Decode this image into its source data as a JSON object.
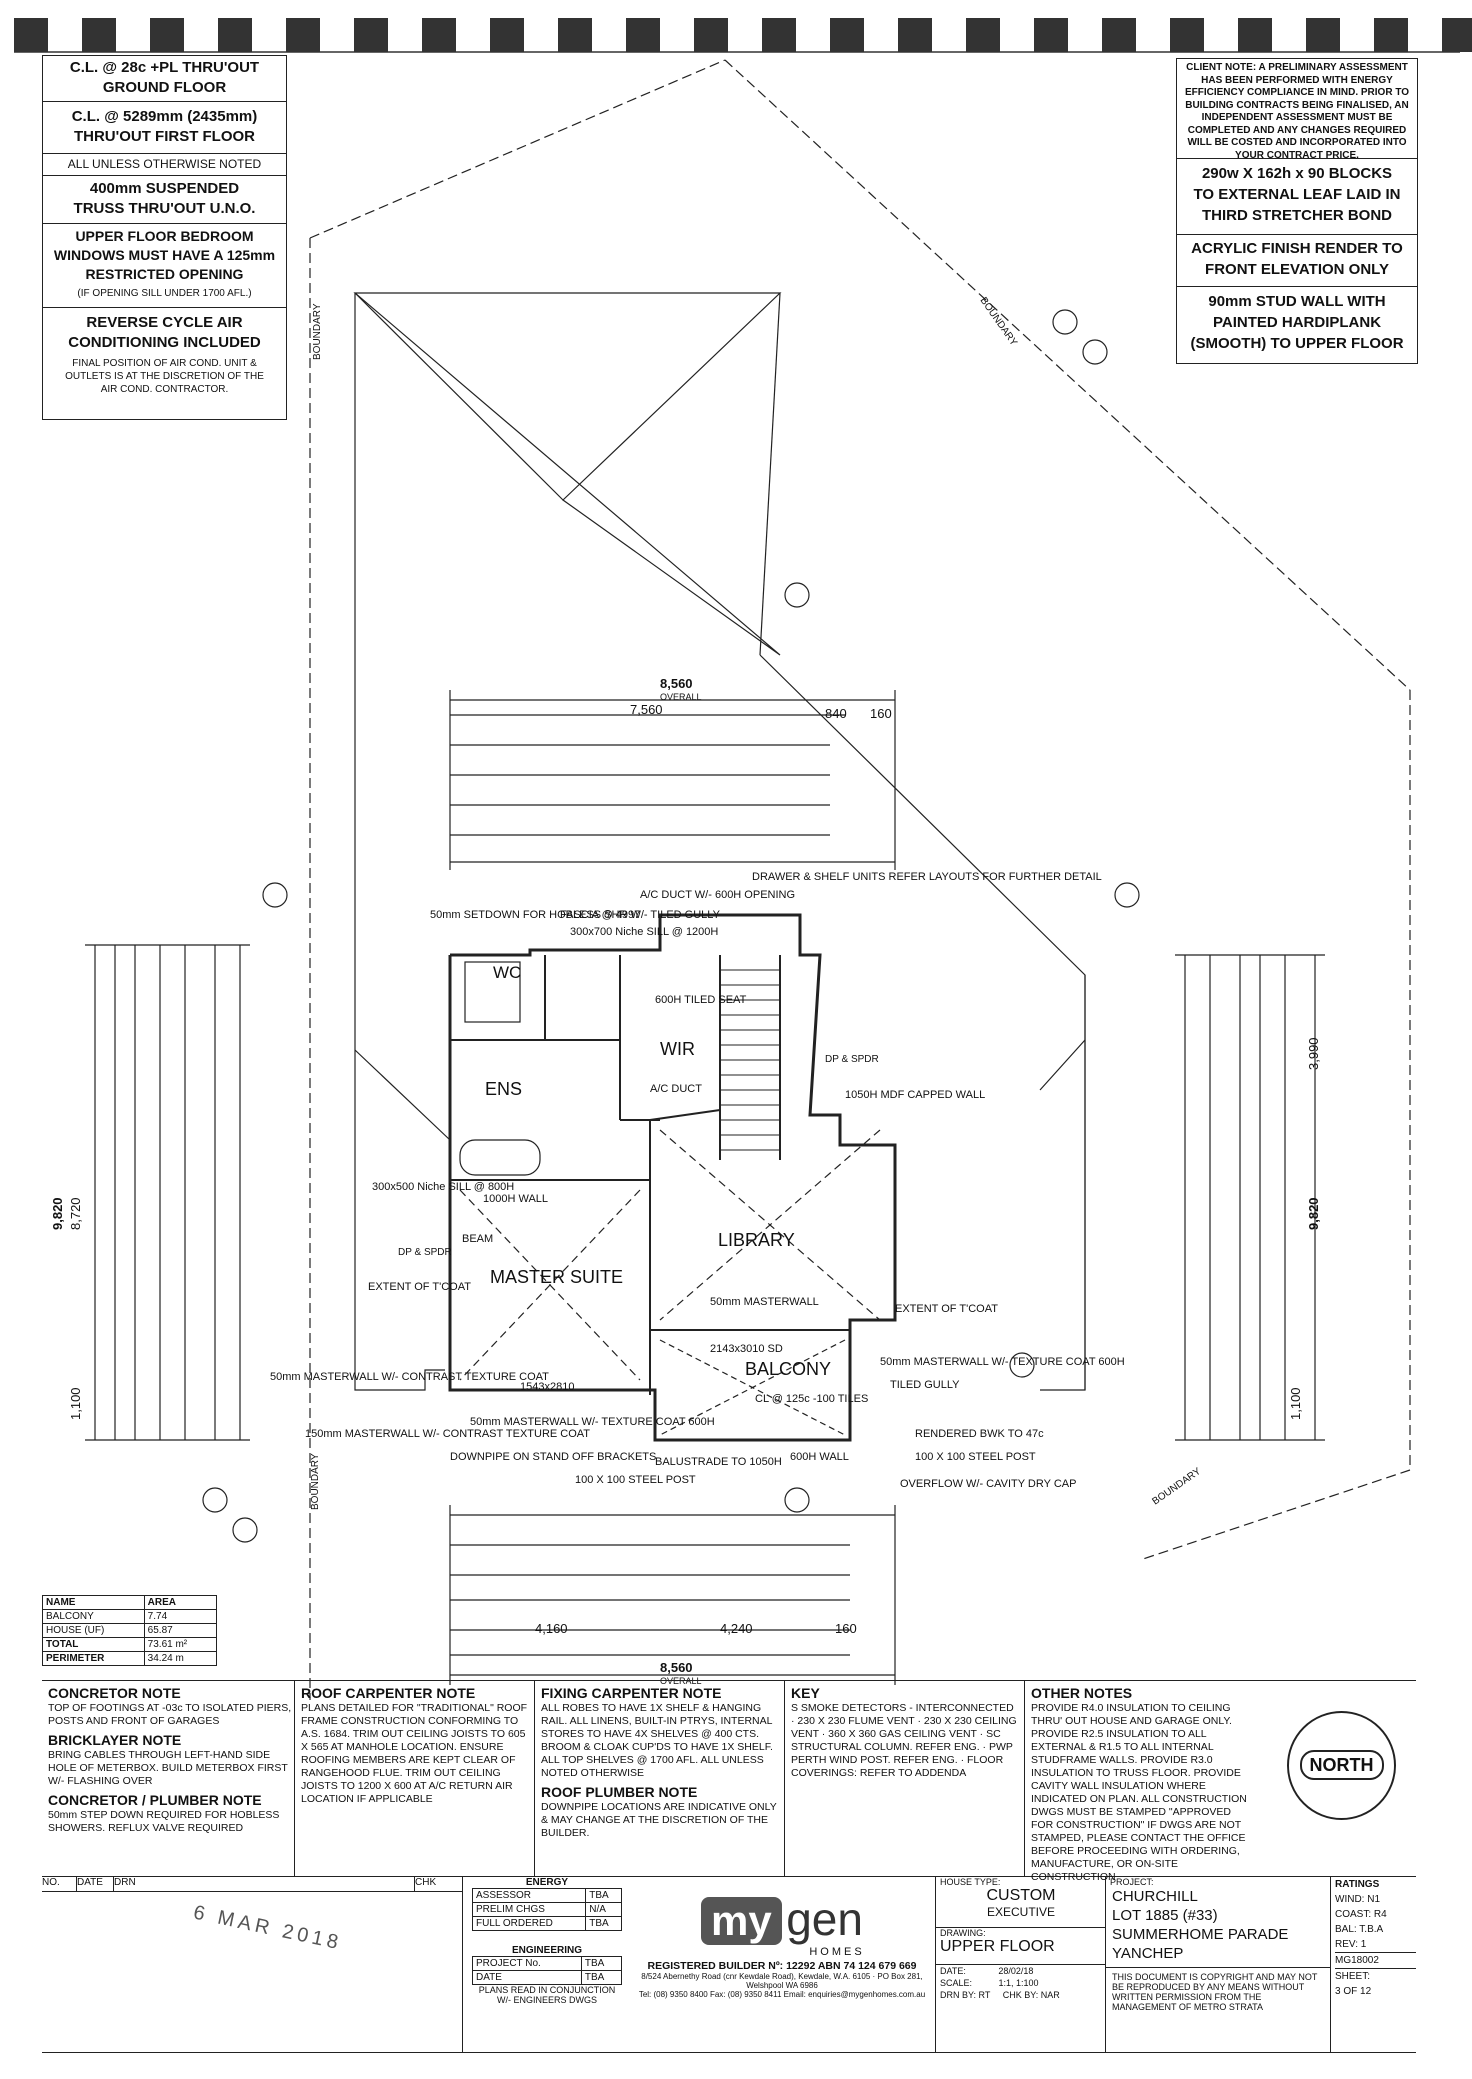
{
  "left_notes": [
    {
      "lines": [
        "C.L. @ 28c +PL THRU'OUT",
        "GROUND FLOOR"
      ]
    },
    {
      "lines": [
        "C.L. @ 5289mm (2435mm)",
        "THRU'OUT FIRST FLOOR"
      ]
    },
    {
      "lines": [
        "ALL UNLESS OTHERWISE NOTED"
      ],
      "small": true
    },
    {
      "lines": [
        "400mm SUSPENDED",
        "TRUSS THRU'OUT U.N.O."
      ]
    },
    {
      "lines": [
        "UPPER FLOOR BEDROOM",
        "WINDOWS MUST HAVE A 125mm",
        "RESTRICTED OPENING"
      ],
      "sub": "(IF OPENING SILL UNDER 1700 AFL.)"
    },
    {
      "lines": [
        "REVERSE CYCLE AIR",
        "CONDITIONING INCLUDED"
      ],
      "sub": "FINAL POSITION OF AIR COND. UNIT & OUTLETS IS AT THE DISCRETION OF THE AIR COND. CONTRACTOR."
    }
  ],
  "right_notes": {
    "client_note": "CLIENT NOTE: A PRELIMINARY ASSESSMENT HAS BEEN PERFORMED WITH ENERGY EFFICIENCY COMPLIANCE IN MIND. PRIOR TO BUILDING CONTRACTS BEING FINALISED, AN INDEPENDENT ASSESSMENT MUST BE COMPLETED AND ANY CHANGES REQUIRED WILL BE COSTED AND INCORPORATED INTO YOUR CONTRACT PRICE.",
    "blocks": "290w X 162h x 90 BLOCKS TO EXTERNAL LEAF LAID IN THIRD STRETCHER BOND",
    "render": "ACRYLIC FINISH RENDER TO FRONT ELEVATION ONLY",
    "stud": "90mm STUD WALL WITH PAINTED HARDIPLANK (SMOOTH) TO UPPER FLOOR"
  },
  "plan": {
    "rooms": {
      "wc": "WC",
      "ens": "ENS",
      "wir": "WIR",
      "master": "MASTER SUITE",
      "library": "LIBRARY",
      "balcony": "BALCONY"
    },
    "boundary": "BOUNDARY",
    "overall_top": "8,560",
    "overall_bottom": "8,560",
    "overall_left": "9,820",
    "overall_right": "9,820",
    "overall_word": "OVERALL",
    "dim_7560": "7,560",
    "dim_840": "840",
    "dim_160": "160",
    "dim_4160": "4,160",
    "dim_4240": "4,240",
    "dim_3990": "3,990",
    "dim_8720": "8,720",
    "dim_1100": "1,100",
    "labels": {
      "setdown": "50mm SETDOWN FOR HOBLESS SHR W/- TILED GULLY",
      "fascia": "FASCIA @ 4997",
      "niche1": "300x700 Niche SILL @ 1200H",
      "acduct": "A/C DUCT W/- 600H OPENING",
      "drawer": "DRAWER & SHELF UNITS REFER LAYOUTS FOR FURTHER DETAIL",
      "tiled": "600H TILED SEAT",
      "acduct2": "A/C DUCT",
      "mdf": "1050H MDF CAPPED WALL",
      "niche2": "300x500 Niche SILL @ 800H",
      "wall1000": "1000H WALL",
      "beam": "BEAM",
      "extent": "EXTENT OF T'COAT",
      "masterwall1": "50mm MASTERWALL W/- CONTRAST TEXTURE COAT",
      "masterwall2": "150mm MASTERWALL W/- CONTRAST TEXTURE COAT",
      "masterwall3": "50mm MASTERWALL W/- TEXTURE COAT 600H",
      "downpipe": "DOWNPIPE ON STAND OFF BRACKETS",
      "steelpost": "100 X 100 STEEL POST",
      "balustrade": "BALUSTRADE TO 1050H",
      "rendered": "RENDERED BWK TO 47c",
      "steelpost2": "100 X 100 STEEL POST",
      "overflow": "OVERFLOW W/- CAVITY DRY CAP",
      "tiledgully": "TILED GULLY",
      "mw_lib": "50mm MASTERWALL",
      "mw_bal": "50mm MASTERWALL W/- TEXTURE COAT 600H",
      "sd": "2143x3010 SD",
      "cl": "CL @ 125c -100 TILES",
      "opening": "1543x2810",
      "dp_spdr": "DP & SPDR",
      "wall600": "600H WALL"
    }
  },
  "area_table": {
    "headers": [
      "NAME",
      "AREA"
    ],
    "rows": [
      [
        "BALCONY",
        "7.74"
      ],
      [
        "HOUSE (UF)",
        "65.87"
      ],
      [
        "TOTAL",
        "73.61 m²"
      ],
      [
        "PERIMETER",
        "34.24 m"
      ]
    ]
  },
  "bottom_notes": [
    {
      "title": "CONCRETOR NOTE",
      "text": "TOP OF FOOTINGS AT -03c TO ISOLATED PIERS, POSTS AND FRONT OF GARAGES"
    },
    {
      "title": "BRICKLAYER NOTE",
      "text": "BRING CABLES THROUGH LEFT-HAND SIDE HOLE OF METERBOX. BUILD METERBOX FIRST W/- FLASHING OVER"
    },
    {
      "title": "CONCRETOR / PLUMBER NOTE",
      "text": "50mm STEP DOWN REQUIRED FOR HOBLESS SHOWERS. REFLUX VALVE REQUIRED"
    },
    {
      "title": "ROOF CARPENTER NOTE",
      "text": "PLANS DETAILED FOR \"TRADITIONAL\" ROOF FRAME CONSTRUCTION CONFORMING TO A.S. 1684. TRIM OUT CEILING JOISTS TO 605 X 565 AT MANHOLE LOCATION. ENSURE ROOFING MEMBERS ARE KEPT CLEAR OF RANGEHOOD FLUE. TRIM OUT CEILING JOISTS TO 1200 X 600 AT A/C RETURN AIR LOCATION IF APPLICABLE"
    },
    {
      "title": "FIXING CARPENTER NOTE",
      "text": "ALL ROBES TO HAVE 1X SHELF & HANGING RAIL. ALL LINENS, BUILT-IN PTRYS, INTERNAL STORES TO HAVE 4X SHELVES @ 400 CTS. BROOM & CLOAK CUP'DS TO HAVE 1X SHELF. ALL TOP SHELVES @ 1700 AFL. ALL UNLESS NOTED OTHERWISE"
    },
    {
      "title": "ROOF PLUMBER NOTE",
      "text": "DOWNPIPE LOCATIONS ARE INDICATIVE ONLY & MAY CHANGE AT THE DISCRETION OF THE BUILDER."
    },
    {
      "title": "KEY",
      "text": "S SMOKE DETECTORS - INTERCONNECTED · 230 X 230 FLUME VENT · 230 X 230 CEILING VENT · 360 X 360 GAS CEILING VENT · SC STRUCTURAL COLUMN. REFER ENG. · PWP PERTH WIND POST. REFER ENG. · FLOOR COVERINGS: REFER TO ADDENDA"
    },
    {
      "title": "OTHER NOTES",
      "text": "PROVIDE R4.0 INSULATION TO CEILING THRU' OUT HOUSE AND GARAGE ONLY. PROVIDE R2.5 INSULATION TO ALL EXTERNAL & R1.5 TO ALL INTERNAL STUDFRAME WALLS. PROVIDE R3.0 INSULATION TO TRUSS FLOOR. PROVIDE CAVITY WALL INSULATION WHERE INDICATED ON PLAN. ALL CONSTRUCTION DWGS MUST BE STAMPED \"APPROVED FOR CONSTRUCTION\" IF DWGS ARE NOT STAMPED, PLEASE CONTACT THE OFFICE BEFORE PROCEEDING WITH ORDERING, MANUFACTURE, OR ON-SITE CONSTRUCTION"
    }
  ],
  "north": "NORTH",
  "title_block": {
    "rev_headers": [
      "NO.",
      "DATE",
      "DRN",
      "CHK"
    ],
    "stamp": "6 MAR 2018",
    "energy": {
      "title": "ENERGY",
      "rows": [
        [
          "ASSESSOR",
          "TBA"
        ],
        [
          "PRELIM CHGS",
          "N/A"
        ],
        [
          "FULL ORDERED",
          "TBA"
        ]
      ]
    },
    "engineering": {
      "title": "ENGINEERING",
      "rows": [
        [
          "PROJECT No.",
          "TBA"
        ],
        [
          "DATE",
          "TBA"
        ]
      ],
      "note": "PLANS READ IN CONJUNCTION W/- ENGINEERS DWGS"
    },
    "logo_my": "my",
    "logo_gen": "gen",
    "logo_homes": "HOMES",
    "builder": "REGISTERED BUILDER Nº: 12292 ABN 74 124 679 669",
    "address": "8/524 Abernethy Road (cnr Kewdale Road), Kewdale, W.A. 6105 · PO Box 281, Welshpool WA 6986",
    "contact": "Tel: (08) 9350 8400  Fax: (08) 9350 8411  Email: enquiries@mygenhomes.com.au",
    "house_type_label": "HOUSE TYPE:",
    "house_type": "CUSTOM",
    "house_sub": "EXECUTIVE",
    "drawing_label": "DRAWING:",
    "drawing": "UPPER FLOOR",
    "date_label": "DATE:",
    "date": "28/02/18",
    "scale_label": "SCALE:",
    "scale": "1:1, 1:100",
    "drn_label": "DRN BY:",
    "drn": "RT",
    "chk_label": "CHK BY:",
    "chk": "NAR",
    "project_label": "PROJECT:",
    "project": [
      "CHURCHILL",
      "LOT 1885 (#33)",
      "SUMMERHOME PARADE",
      "YANCHEP"
    ],
    "copyright": "THIS DOCUMENT IS COPYRIGHT AND MAY NOT BE REPRODUCED BY ANY MEANS WITHOUT WRITTEN PERMISSION FROM THE MANAGEMENT OF METRO STRATA",
    "ratings_label": "RATINGS",
    "wind_label": "WIND:",
    "wind": "N1",
    "coast_label": "COAST:",
    "coast": "R4",
    "bal_label": "BAL:",
    "bal": "T.B.A",
    "rev_label": "REV:",
    "rev": "1",
    "job": "MG18002",
    "sheet_label": "SHEET:",
    "sheet": "3 OF 12"
  }
}
